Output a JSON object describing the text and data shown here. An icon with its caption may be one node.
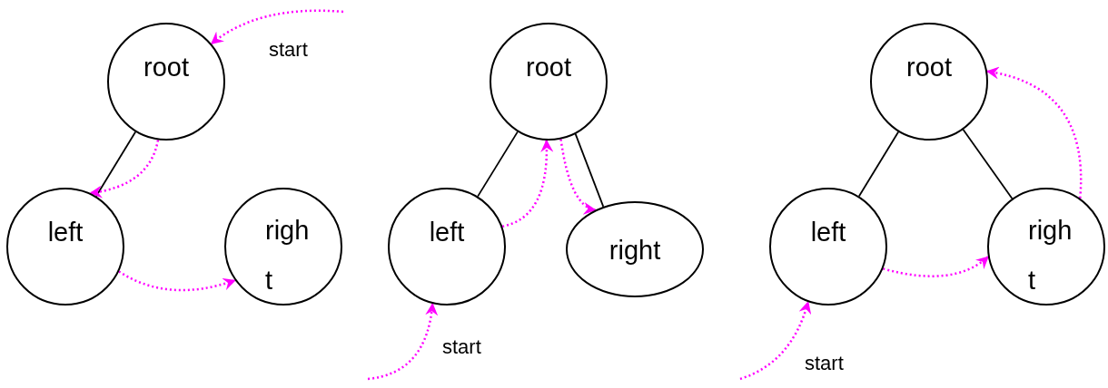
{
  "diagram": {
    "nodes": [
      {
        "text": [
          "root"
        ]
      },
      {
        "text": [
          "left"
        ]
      },
      {
        "text": [
          "righ t"
        ]
      },
      {
        "text": [
          "root"
        ]
      },
      {
        "text": [
          "left"
        ]
      },
      {
        "text": [
          "right"
        ]
      },
      {
        "text": [
          "root"
        ]
      },
      {
        "text": [
          "left"
        ]
      },
      {
        "text": [
          "righ t"
        ]
      }
    ],
    "edges": [
      {
        "from": null,
        "to": 0,
        "arrow": "to",
        "style": "dashed",
        "color": "#ff00ff"
      },
      {
        "from": 0,
        "to": 1,
        "arrow": "none",
        "color": "#000000"
      },
      {
        "from": 0,
        "to": 1,
        "arrow": "to",
        "style": "dashed",
        "color": "#ff00ff"
      },
      {
        "from": 1,
        "to": 2,
        "arrow": "to",
        "style": "dashed",
        "color": "#ff00ff"
      },
      {
        "from": 3,
        "to": 4,
        "arrow": "none",
        "color": "#000000"
      },
      {
        "from": 3,
        "to": 5,
        "arrow": "none",
        "color": "#000000"
      },
      {
        "from": null,
        "to": 4,
        "arrow": "to",
        "style": "dashed",
        "color": "#ff00ff"
      },
      {
        "from": 4,
        "to": 3,
        "arrow": "to",
        "style": "dashed",
        "color": "#ff00ff"
      },
      {
        "from": 3,
        "to": 5,
        "arrow": "to",
        "style": "dashed",
        "color": "#ff00ff"
      },
      {
        "from": 6,
        "to": 7,
        "arrow": "none",
        "color": "#000000"
      },
      {
        "from": 6,
        "to": 8,
        "arrow": "none",
        "color": "#000000"
      },
      {
        "from": null,
        "to": 7,
        "arrow": "to",
        "style": "dashed",
        "color": "#ff00ff"
      },
      {
        "from": 7,
        "to": 8,
        "arrow": "to",
        "style": "dashed",
        "color": "#ff00ff"
      },
      {
        "from": 8,
        "to": 6,
        "arrow": "to",
        "style": "dashed",
        "color": "#ff00ff"
      }
    ],
    "labels": [
      "start",
      "start",
      "start"
    ]
  }
}
